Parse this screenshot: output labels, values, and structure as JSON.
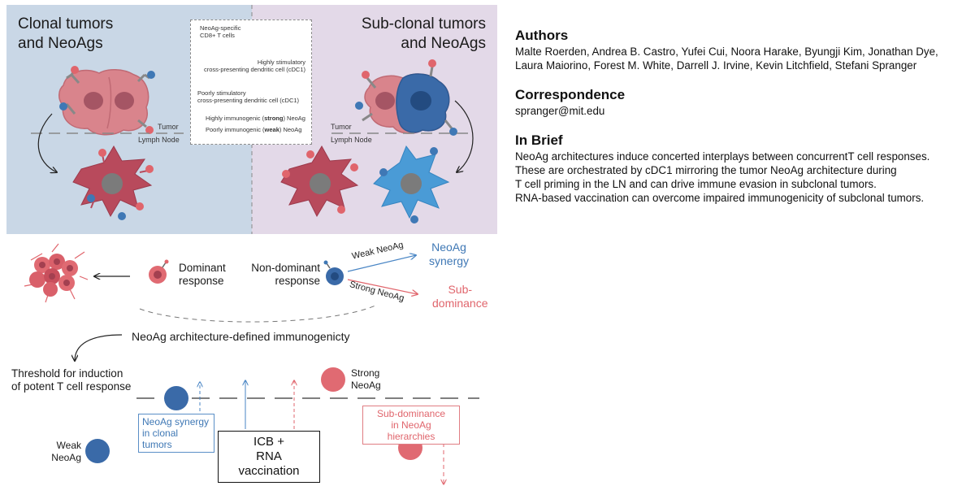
{
  "panels": {
    "clonal_title_line1": "Clonal tumors",
    "clonal_title_line2": "and NeoAgs",
    "subclonal_title_line1": "Sub-clonal tumors",
    "subclonal_title_line2": "and NeoAgs",
    "tumor_label": "Tumor",
    "lymph_node_label": "Lymph Node"
  },
  "legend": {
    "tcells_line1": "NeoAg-specific",
    "tcells_line2": "CD8+ T cells",
    "high_stim_line1": "Highly stimulatory",
    "high_stim_line2": "cross-presenting dendritic cell (cDC1)",
    "poor_stim_line1": "Poorly stimulatory",
    "poor_stim_line2": "cross-presenting dendritic cell (cDC1)",
    "strong_pre": "Highly immunogenic (",
    "strong_bold": "strong",
    "strong_post": ") NeoAg",
    "weak_pre": "Poorly immunogenic (",
    "weak_bold": "weak",
    "weak_post": ") NeoAg"
  },
  "sidebar": {
    "authors_heading": "Authors",
    "authors_line1": "Malte Roerden, Andrea B. Castro, Yufei Cui, Noora Harake, Byungji Kim, Jonathan Dye,",
    "authors_line2": "Laura Maiorino, Forest M. White, Darrell J. Irvine, Kevin Litchfield, Stefani Spranger",
    "correspondence_heading": "Correspondence",
    "correspondence_email": "spranger@mit.edu",
    "brief_heading": "In Brief",
    "brief_line1": "NeoAg architectures induce concerted interplays between concurrentT cell responses.",
    "brief_line2": "These are orchestrated by cDC1 mirroring the tumor NeoAg architecture during",
    "brief_line3": "T cell priming in the LN and can drive immune evasion in subclonal tumors.",
    "brief_line4": "RNA-based vaccination can overcome impaired immunogenicity of subclonal tumors."
  },
  "responses": {
    "dominant_line1": "Dominant",
    "dominant_line2": "response",
    "nondominant_line1": "Non-dominant",
    "nondominant_line2": "response",
    "weak_neoag_arrow": "Weak NeoAg",
    "strong_neoag_arrow": "Strong NeoAg",
    "synergy_line1": "NeoAg",
    "synergy_line2": "synergy",
    "subdominance_line1": "Sub-",
    "subdominance_line2": "dominance"
  },
  "architecture": {
    "heading": "NeoAg architecture-defined immunogenicty",
    "threshold_line1": "Threshold for induction",
    "threshold_line2": "of potent T cell response",
    "strong_line1": "Strong",
    "strong_line2": "NeoAg",
    "weak_line1": "Weak",
    "weak_line2": "NeoAg",
    "synergy_box_line1": "NeoAg synergy",
    "synergy_box_line2": "in clonal tumors",
    "icb_line1": "ICB +",
    "icb_line2": "RNA vaccination",
    "subdom_box_line1": "Sub-dominance",
    "subdom_box_line2": "in NeoAg hierarchies"
  },
  "colors": {
    "strong": "#e0656c",
    "weak": "#3f78b5",
    "tumor_cell": "#d9848c",
    "dc_red": "#b84a5c",
    "dc_blue": "#4a9bd6"
  }
}
